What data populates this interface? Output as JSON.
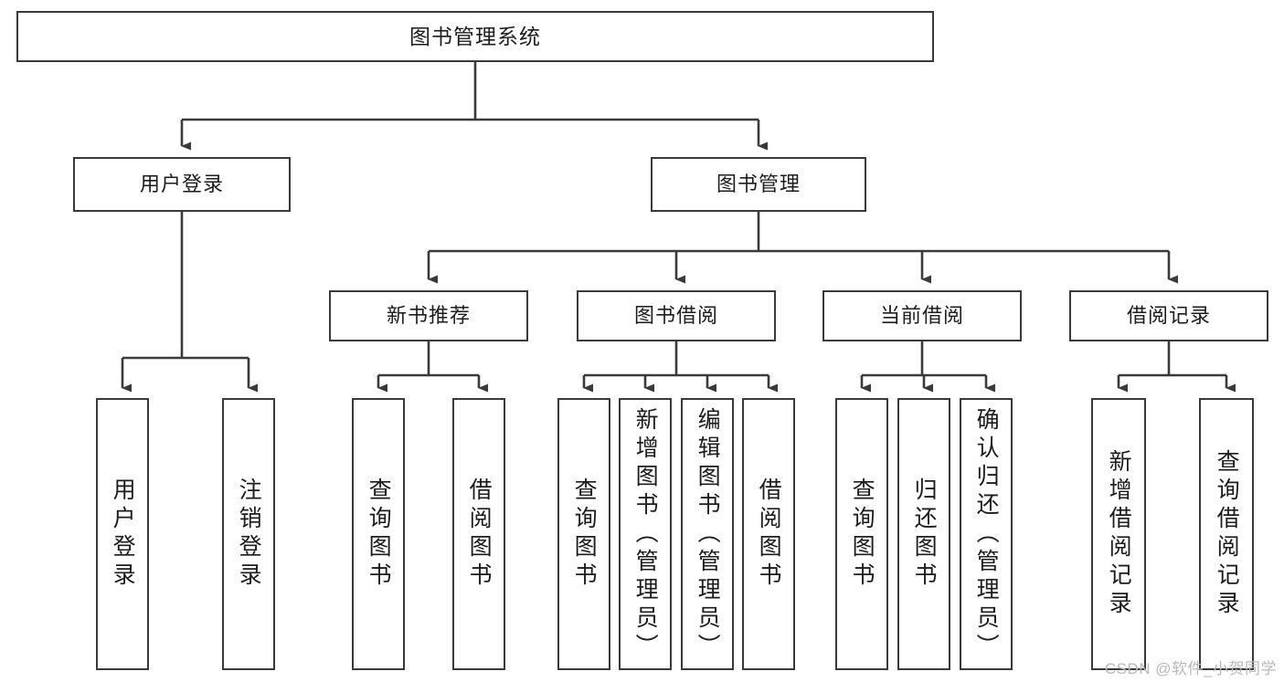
{
  "diagram": {
    "type": "tree-hierarchy",
    "title": "图书管理系统",
    "watermark": "CSDN @软件_小贺同学",
    "colors": {
      "border": "#3a3a3a",
      "background": "#ffffff",
      "text": "#1c1c1c",
      "watermark": "#b9b9b9"
    },
    "nodes": {
      "root": {
        "label": "图书管理系统",
        "level": 1
      },
      "l2": [
        {
          "id": "user-login",
          "label": "用户登录"
        },
        {
          "id": "book-manage",
          "label": "图书管理"
        }
      ],
      "l3": [
        {
          "id": "new-book-rec",
          "label": "新书推荐",
          "parent": "book-manage"
        },
        {
          "id": "book-borrow",
          "label": "图书借阅",
          "parent": "book-manage"
        },
        {
          "id": "current-borrow",
          "label": "当前借阅",
          "parent": "book-manage"
        },
        {
          "id": "borrow-record",
          "label": "借阅记录",
          "parent": "book-manage"
        }
      ],
      "leaves": {
        "user-login": [
          {
            "id": "leaf-user-login",
            "label": "用户登录"
          },
          {
            "id": "leaf-user-logout",
            "label": "注销登录"
          }
        ],
        "new-book-rec": [
          {
            "id": "leaf-query-book-1",
            "label": "查询图书"
          },
          {
            "id": "leaf-borrow-book-1",
            "label": "借阅图书"
          }
        ],
        "book-borrow": [
          {
            "id": "leaf-query-book-2",
            "label": "查询图书"
          },
          {
            "id": "leaf-add-book",
            "label": "新增图书（管理员）"
          },
          {
            "id": "leaf-edit-book",
            "label": "编辑图书（管理员）"
          },
          {
            "id": "leaf-borrow-book-2",
            "label": "借阅图书"
          }
        ],
        "current-borrow": [
          {
            "id": "leaf-query-book-3",
            "label": "查询图书"
          },
          {
            "id": "leaf-return-book",
            "label": "归还图书"
          },
          {
            "id": "leaf-confirm-return",
            "label": "确认归还（管理员）"
          }
        ],
        "borrow-record": [
          {
            "id": "leaf-add-record",
            "label": "新增借阅记录"
          },
          {
            "id": "leaf-query-record",
            "label": "查询借阅记录"
          }
        ]
      }
    }
  }
}
